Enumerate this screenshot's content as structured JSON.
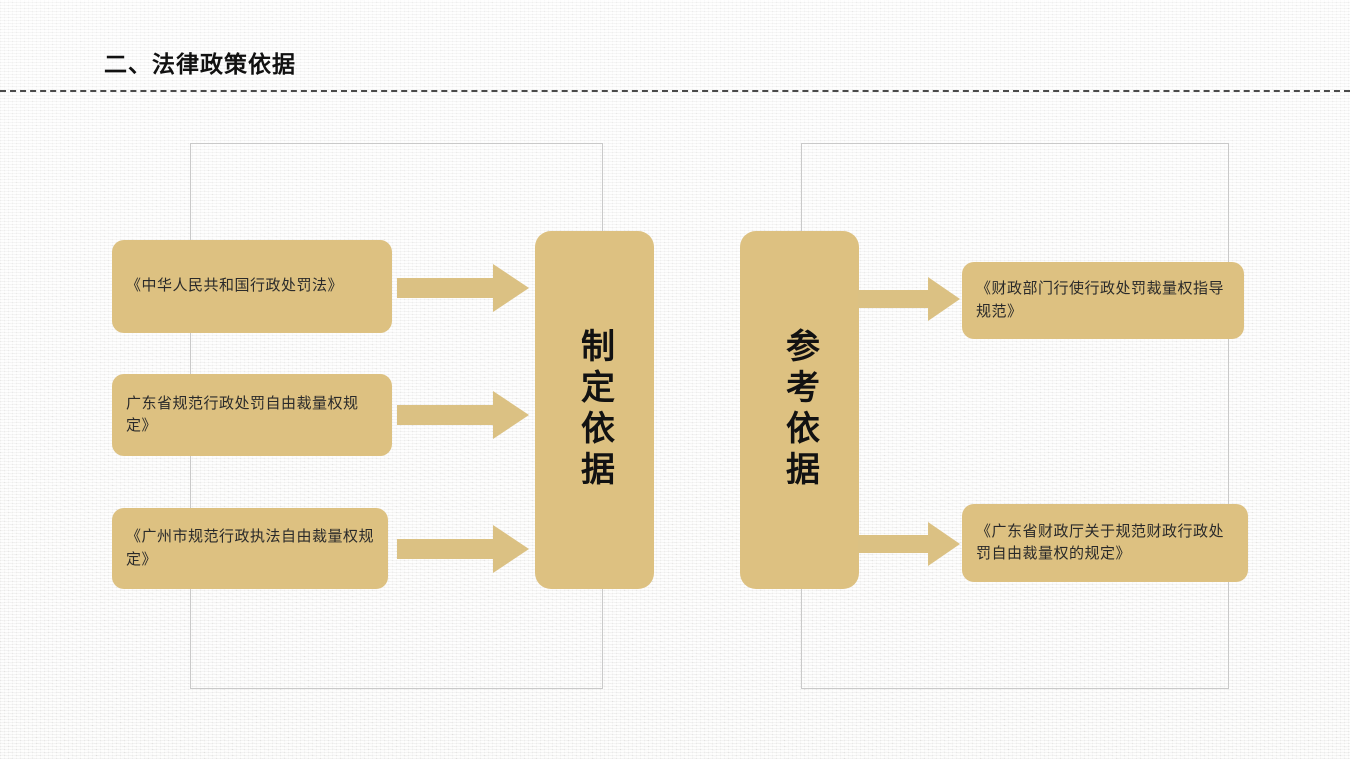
{
  "slide": {
    "title": "二、法律政策依据",
    "colors": {
      "box_fill": "#ddc181",
      "arrow_fill": "#dbc183",
      "frame_stroke": "#c9c9c9",
      "title_text": "#111111",
      "rule": "#4a4a4a",
      "background": "#f3f2f0"
    }
  },
  "left_group": {
    "pillar_label": "制定依据",
    "sources": [
      {
        "label": "《中华人民共和国行政处罚法》"
      },
      {
        "label": "广东省规范行政处罚自由裁量权规定》"
      },
      {
        "label": "《广州市规范行政执法自由裁量权规定》"
      }
    ],
    "arrows": [
      {
        "name": "arrow-right"
      },
      {
        "name": "arrow-right"
      },
      {
        "name": "arrow-right"
      }
    ]
  },
  "right_group": {
    "pillar_label": "参考依据",
    "references": [
      {
        "label": "《财政部门行使行政处罚裁量权指导规范》"
      },
      {
        "label": "《广东省财政厅关于规范财政行政处罚自由裁量权的规定》"
      }
    ],
    "arrows": [
      {
        "name": "arrow-right"
      },
      {
        "name": "arrow-right"
      }
    ]
  }
}
